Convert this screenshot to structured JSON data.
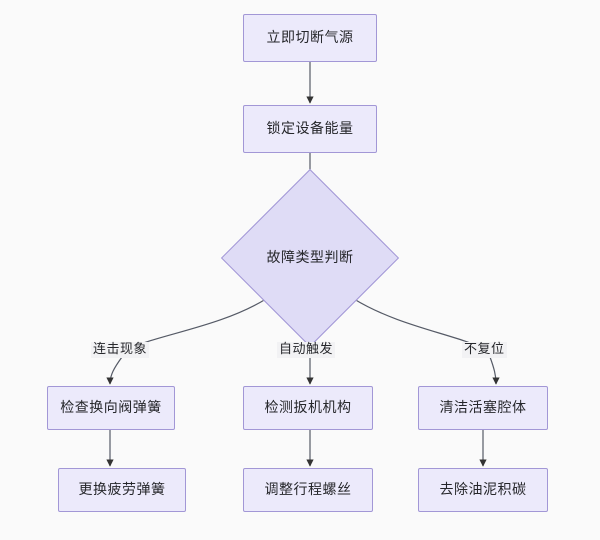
{
  "diagram": {
    "type": "flowchart",
    "direction": "top-down",
    "background_color": "#fafafa",
    "node_fill_color": "#ECEAFB",
    "node_border_color": "#A297D6",
    "decision_fill_color": "#DFDCF6",
    "edge_color": "#333333",
    "nodes": {
      "start": {
        "label": "立即切断气源",
        "shape": "rect"
      },
      "lockout": {
        "label": "锁定设备能量",
        "shape": "rect"
      },
      "decision": {
        "label": "故障类型判断",
        "shape": "diamond"
      },
      "check_valve_spring": {
        "label": "检查换向阀弹簧",
        "shape": "rect"
      },
      "check_trigger": {
        "label": "检测扳机机构",
        "shape": "rect"
      },
      "clean_piston": {
        "label": "清洁活塞腔体",
        "shape": "rect"
      },
      "replace_spring": {
        "label": "更换疲劳弹簧",
        "shape": "rect"
      },
      "adjust_screw": {
        "label": "调整行程螺丝",
        "shape": "rect"
      },
      "remove_carbon": {
        "label": "去除油泥积碳",
        "shape": "rect"
      }
    },
    "edge_labels": {
      "branch_left": "连击现象",
      "branch_middle": "自动触发",
      "branch_right": "不复位"
    }
  }
}
